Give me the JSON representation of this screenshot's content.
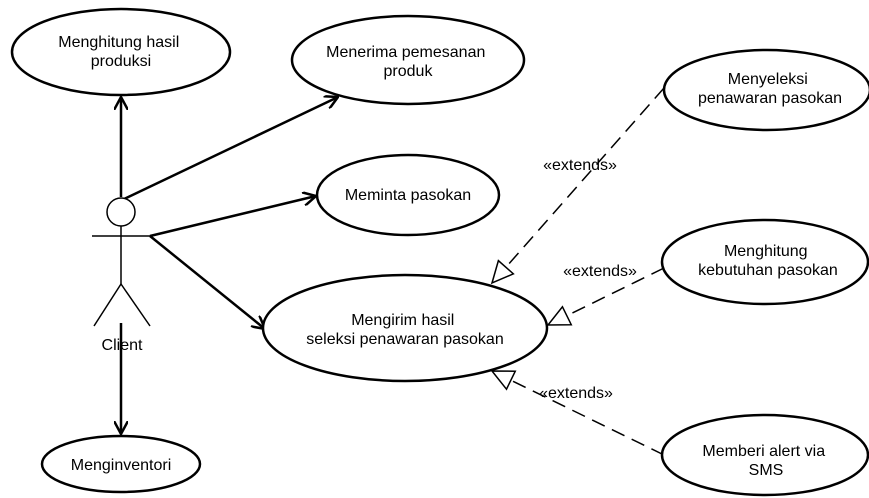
{
  "actor": {
    "label": "Client"
  },
  "use_cases": {
    "hitung_produksi": [
      "Menghitung hasil",
      "produksi"
    ],
    "terima_pesanan": [
      "Menerima pemesanan",
      "produk"
    ],
    "minta_pasokan": [
      "Meminta pasokan"
    ],
    "kirim_hasil": [
      "Mengirim hasil",
      "seleksi penawaran pasokan"
    ],
    "inventori": [
      "Menginventori"
    ],
    "seleksi_penawaran": [
      "Menyeleksi",
      "penawaran pasokan"
    ],
    "hitung_kebutuhan": [
      "Menghitung",
      "kebutuhan pasokan"
    ],
    "alert_sms": [
      "Memberi alert via",
      "SMS"
    ]
  },
  "relations": {
    "extends_1": "«extends»",
    "extends_2": "«extends»",
    "extends_3": "«extends»"
  }
}
